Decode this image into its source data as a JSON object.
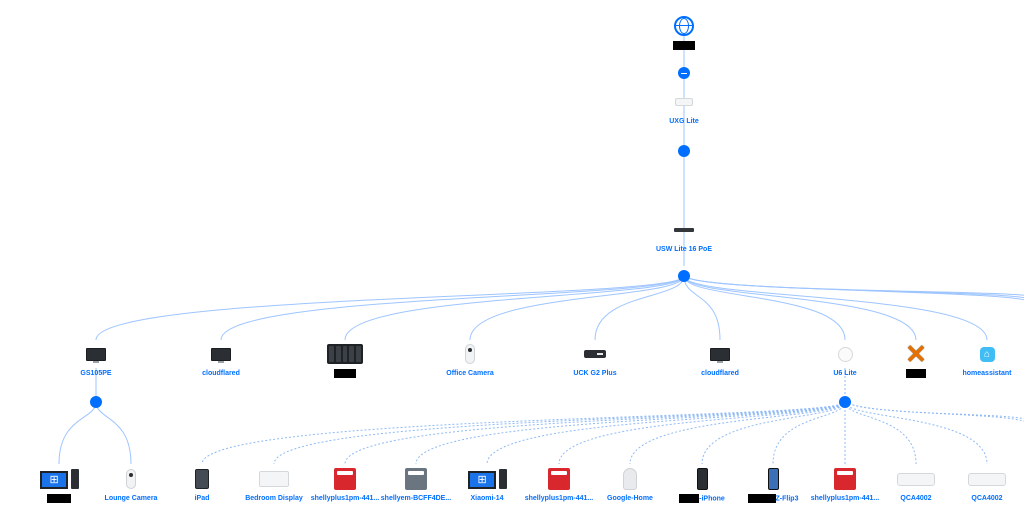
{
  "topology": {
    "internet": {
      "icon": "globe-icon",
      "label_redacted": true
    },
    "gateway": {
      "label": "UXG Lite",
      "icon": "gateway-icon"
    },
    "switch": {
      "label": "USW Lite 16 PoE",
      "icon": "switch-icon"
    },
    "tier1": [
      {
        "label": "GS105PE",
        "icon": "monitor-device-icon"
      },
      {
        "label": "cloudflared",
        "icon": "monitor-device-icon"
      },
      {
        "label": "",
        "icon": "nas-icon",
        "redacted": true
      },
      {
        "label": "Office Camera",
        "icon": "camera-icon"
      },
      {
        "label": "UCK G2 Plus",
        "icon": "cloud-key-icon"
      },
      {
        "label": "cloudflared",
        "icon": "monitor-device-icon"
      },
      {
        "label": "U6 Lite",
        "icon": "access-point-icon"
      },
      {
        "label": "",
        "icon": "proxmox-icon",
        "redacted": true
      },
      {
        "label": "homeassistant",
        "icon": "home-assistant-icon"
      }
    ],
    "gs105pe_children": [
      {
        "label": "",
        "icon": "desktop-pc-icon",
        "redacted": true
      },
      {
        "label": "Lounge Camera",
        "icon": "camera-icon"
      }
    ],
    "u6_children": [
      {
        "label": "iPad",
        "icon": "tablet-icon"
      },
      {
        "label": "Bedroom Display",
        "icon": "display-icon"
      },
      {
        "label": "shellyplus1pm-441...",
        "icon": "relay-icon"
      },
      {
        "label": "shellyem-BCFF4DE...",
        "icon": "relay-grey-icon"
      },
      {
        "label": "Xiaomi-14",
        "icon": "desktop-pc-icon"
      },
      {
        "label": "shellyplus1pm-441...",
        "icon": "relay-icon"
      },
      {
        "label": "Google-Home",
        "icon": "speaker-icon"
      },
      {
        "label": "-iPhone",
        "icon": "phone-icon",
        "prefix_redacted": true
      },
      {
        "label": "Z-Flip3",
        "icon": "phone-blue-icon",
        "prefix_redacted": true
      },
      {
        "label": "shellyplus1pm-441...",
        "icon": "relay-icon"
      },
      {
        "label": "QCA4002",
        "icon": "flat-device-icon"
      },
      {
        "label": "QCA4002",
        "icon": "flat-device-icon"
      }
    ],
    "colors": {
      "accent": "#006fff",
      "wire_solid": "#9ec5ff",
      "wire_dashed": "#8fbaf5"
    }
  }
}
